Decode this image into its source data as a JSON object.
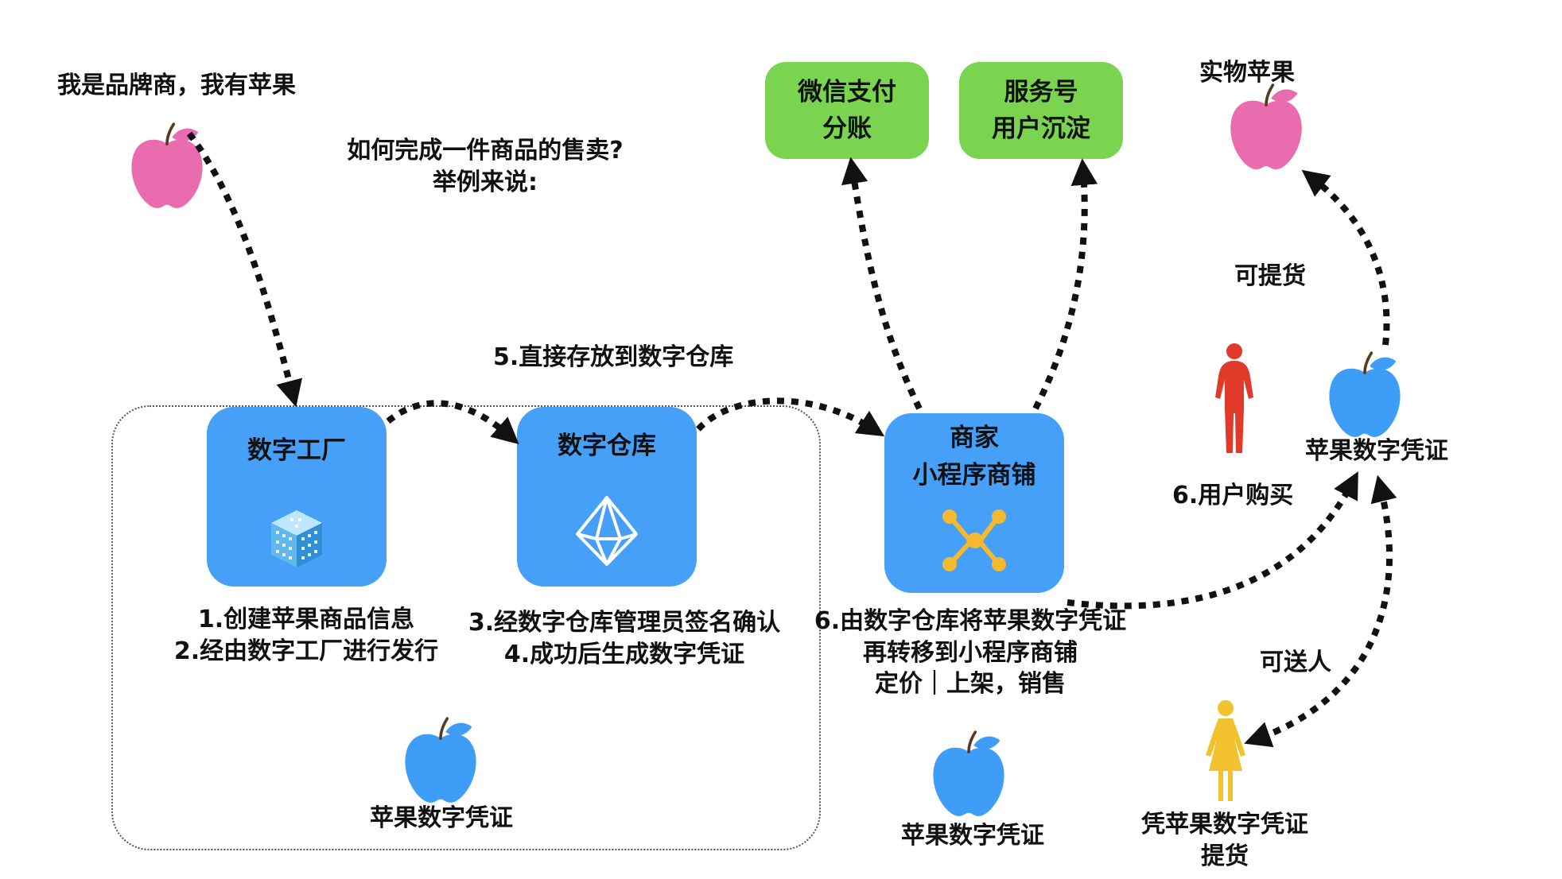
{
  "brand_label": "我是品牌商，我有苹果",
  "question": [
    "如何完成一件商品的售卖?",
    "举例来说:"
  ],
  "nodes": {
    "factory": "数字工厂",
    "warehouse": "数字仓库",
    "shop": [
      "商家",
      "小程序商铺"
    ],
    "wechat_pay": [
      "微信支付",
      "分账"
    ],
    "service_account": [
      "服务号",
      "用户沉淀"
    ]
  },
  "steps": {
    "step5": "5.直接存放到数字仓库",
    "factory_steps": [
      "1.创建苹果商品信息",
      "2.经由数字工厂进行发行"
    ],
    "warehouse_steps": [
      "3.经数字仓库管理员签名确认",
      "4.成功后生成数字凭证"
    ],
    "shop_steps": [
      "6.由数字仓库将苹果数字凭证",
      "再转移到小程序商铺",
      "定价｜上架，销售"
    ],
    "user_buy": "6.用户购买"
  },
  "tokens": {
    "group_token": "苹果数字凭证",
    "shop_token": "苹果数字凭证",
    "user_token": "苹果数字凭证"
  },
  "right": {
    "physical_apple": "实物苹果",
    "can_pickup": "可提货",
    "can_gift": "可送人",
    "redeem": [
      "凭苹果数字凭证",
      "提货"
    ]
  },
  "colors": {
    "node_blue": "#46a0f8",
    "apple_blue": "#3e9df6",
    "apple_pink": "#e86cae",
    "leaf_pink": "#e86cae",
    "green_box": "#7ad44f",
    "person_red": "#e23a2a",
    "person_yellow": "#f2c12e",
    "arrow": "#111111"
  },
  "icons": [
    "apple-icon",
    "cube-icon",
    "octahedron-icon",
    "network-icon",
    "person-icon"
  ]
}
